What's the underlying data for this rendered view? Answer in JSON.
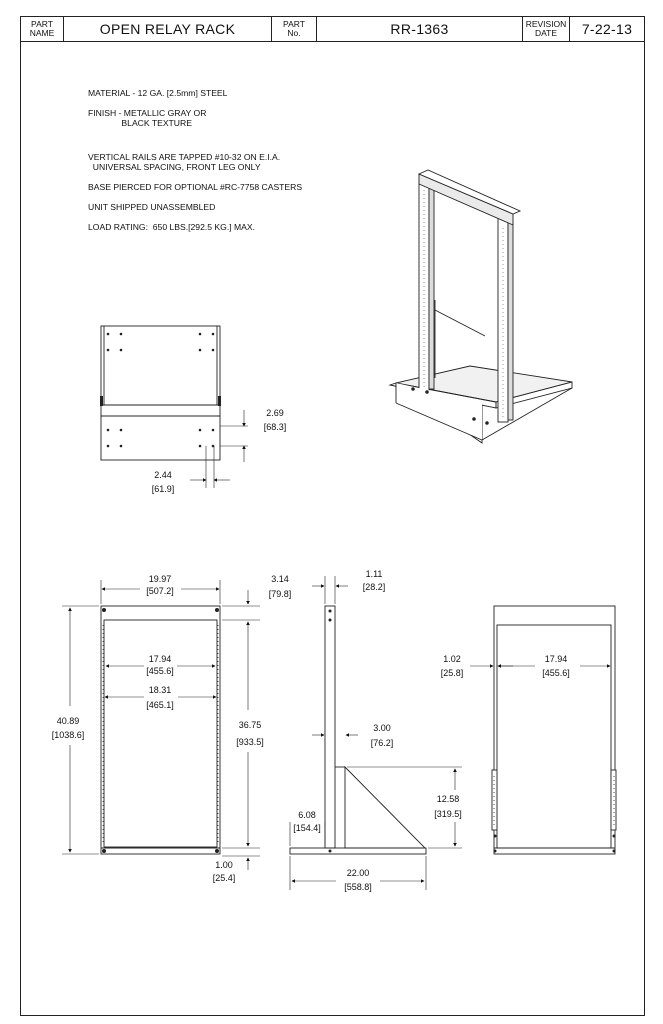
{
  "title_block": {
    "part_name_label": "PART\nNAME",
    "part_name_value": "OPEN RELAY RACK",
    "part_no_label": "PART\nNo.",
    "part_no_value": "RR-1363",
    "revision_date_label": "REVISION\nDATE",
    "revision_date_value": "7-22-13"
  },
  "notes": [
    "MATERIAL - 12 GA. [2.5mm] STEEL",
    "FINISH - METALLIC GRAY OR\n              BLACK TEXTURE",
    "VERTICAL RAILS ARE TAPPED #10-32 ON E.I.A.\n  UNIVERSAL SPACING, FRONT LEG ONLY",
    "BASE PIERCED FOR OPTIONAL #RC-7758 CASTERS",
    "UNIT SHIPPED UNASSEMBLED",
    "LOAD RATING:  650 LBS.[292.5 KG.] MAX."
  ],
  "dimensions": {
    "top_offset_in": "2.69",
    "top_offset_mm": "[68.3]",
    "top_hole_in": "2.44",
    "top_hole_mm": "[61.9]",
    "overall_width_in": "19.97",
    "overall_width_mm": "[507.2]",
    "top_bar_in": "3.14",
    "top_bar_mm": "[79.8]",
    "inner_width_in": "17.94",
    "inner_width_mm": "[455.6]",
    "hole_span_in": "18.31",
    "hole_span_mm": "[465.1]",
    "overall_height_in": "40.89",
    "overall_height_mm": "[1038.6]",
    "rail_height_in": "36.75",
    "rail_height_mm": "[933.5]",
    "base_thick_in": "1.00",
    "base_thick_mm": "[25.4]",
    "side_rail_in": "1.11",
    "side_rail_mm": "[28.2]",
    "side_depth_in": "3.00",
    "side_depth_mm": "[76.2]",
    "gusset_height_in": "12.58",
    "gusset_height_mm": "[319.5]",
    "front_base_in": "6.08",
    "front_base_mm": "[154.4]",
    "base_depth_in": "22.00",
    "base_depth_mm": "[558.8]",
    "rear_side_in": "1.02",
    "rear_side_mm": "[25.8]",
    "rear_inner_in": "17.94",
    "rear_inner_mm": "[455.6]"
  }
}
